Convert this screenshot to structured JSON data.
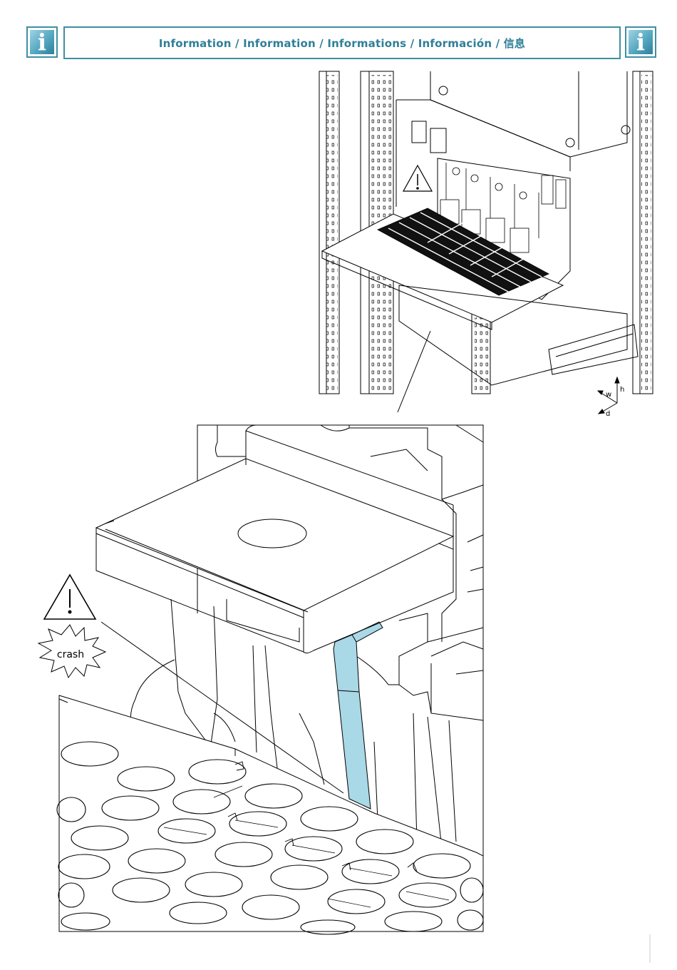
{
  "header": {
    "title": "Information / Information / Informations / Información / 信息",
    "icon_letter": "i",
    "accent_color": "#3f8fa0"
  },
  "figure": {
    "axis_labels": {
      "h": "h",
      "w": "w",
      "d": "d"
    },
    "crash_label": "crash",
    "highlight_color": "#a9d8e6"
  }
}
